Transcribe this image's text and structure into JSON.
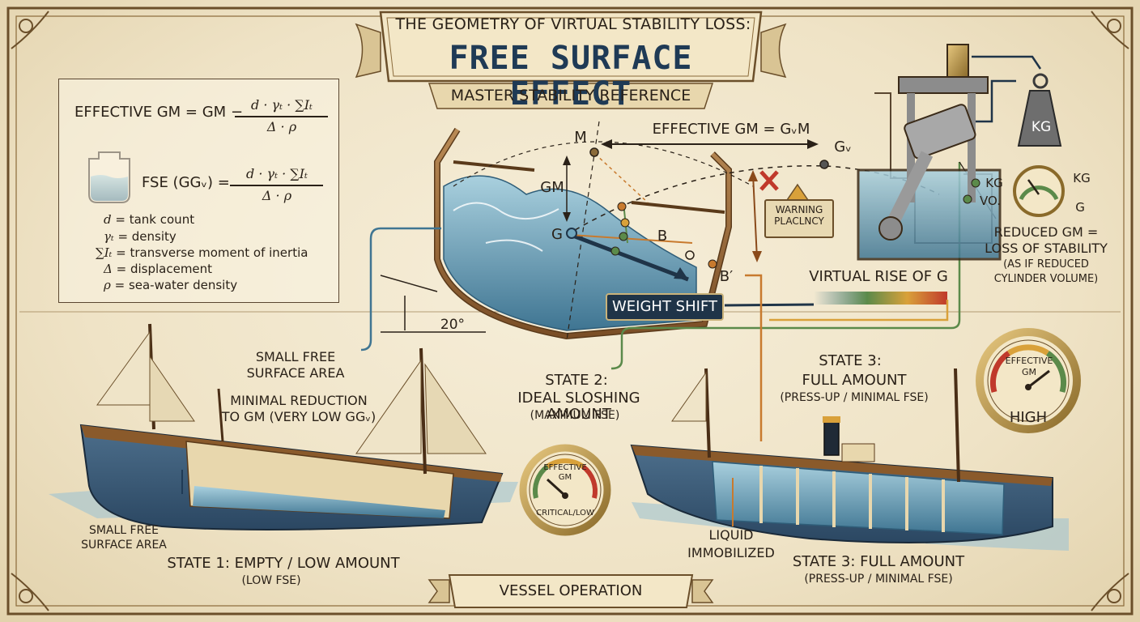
{
  "header": {
    "subtitle": "THE GEOMETRY OF VIRTUAL STABILITY LOSS:",
    "title": "FREE SURFACE EFFECT",
    "tagline": "MASTER STABILITY REFERENCE"
  },
  "formula_panel": {
    "effective_gm_lhs": "EFFECTIVE GM = GM −",
    "fse_lhs": "FSE (GGᵥ) =",
    "numerator": "d · γₜ · ∑Iₜ",
    "denominator": "Δ · ρ",
    "legend": [
      {
        "symbol": "d",
        "meaning": "= tank count"
      },
      {
        "symbol": "γₜ",
        "meaning": "= density"
      },
      {
        "symbol": "∑Iₜ",
        "meaning": "= transverse moment of inertia"
      },
      {
        "symbol": "Δ",
        "meaning": "= displacement"
      },
      {
        "symbol": "ρ",
        "meaning": "= sea-water density"
      }
    ]
  },
  "heeled_section": {
    "point_m": "M",
    "point_g": "G",
    "point_b": "B",
    "point_b_prime": "B′",
    "point_gv": "Gᵥ",
    "gm_label": "GM",
    "effective_gm": "EFFECTIVE GM = GᵥM",
    "heel_angle": "20°",
    "weight_shift": "WEIGHT SHIFT",
    "virtual_rise": "VIRTUAL RISE OF G",
    "warning_line1": "WARNING",
    "warning_line2": "PLACLNCY"
  },
  "piston_analogy": {
    "weight_label": "KG",
    "kg_left": "KG",
    "vo_label": "Vo.",
    "kg_right": "KG",
    "g_right": "G",
    "reduced_line1": "REDUCED GM =",
    "reduced_line2": "LOSS OF STABILITY",
    "reduced_line3": "(AS IF REDUCED",
    "reduced_line4": "CYLINDER VOLUME)"
  },
  "state1": {
    "callout_line1": "SMALL FREE",
    "callout_line2": "SURFACE AREA",
    "reduction_line1": "MINIMAL REDUCTION",
    "reduction_line2": "TO GM (VERY LOW GGᵥ)",
    "bottom_line1": "SMALL FREE",
    "bottom_line2": "SURFACE AREA",
    "title": "STATE 1: EMPTY / LOW AMOUNT",
    "sub": "(LOW FSE)"
  },
  "state2": {
    "title_line1": "STATE 2:",
    "title_line2": "IDEAL SLOSHING AMOUNT",
    "sub": "(MAXIMUM FSE)",
    "gauge_top": "EFFECTIVE",
    "gauge_mid": "GM",
    "gauge_reading": "CRITICAL/LOW",
    "gauge_level": 0.22
  },
  "state3": {
    "title_line1": "STATE 3:",
    "title_line2": "FULL AMOUNT",
    "sub": "(PRESS-UP / MINIMAL FSE)",
    "liquid_line1": "LIQUID",
    "liquid_line2": "IMMOBILIZED",
    "bottom_title": "STATE 3: FULL AMOUNT",
    "bottom_sub": "(PRESS-UP / MINIMAL FSE)",
    "gauge_top": "EFFECTIVE",
    "gauge_mid": "GM",
    "gauge_reading": "HIGH",
    "gauge_level": 0.8
  },
  "footer": {
    "label": "VESSEL OPERATION"
  },
  "colors": {
    "navy": "#1f3a55",
    "sea": "#6fa6be",
    "wood": "#8a5a2b",
    "parchment": "#efe4c8",
    "ink": "#2a2118",
    "orange": "#c87a2e",
    "green": "#5b8a4a"
  }
}
